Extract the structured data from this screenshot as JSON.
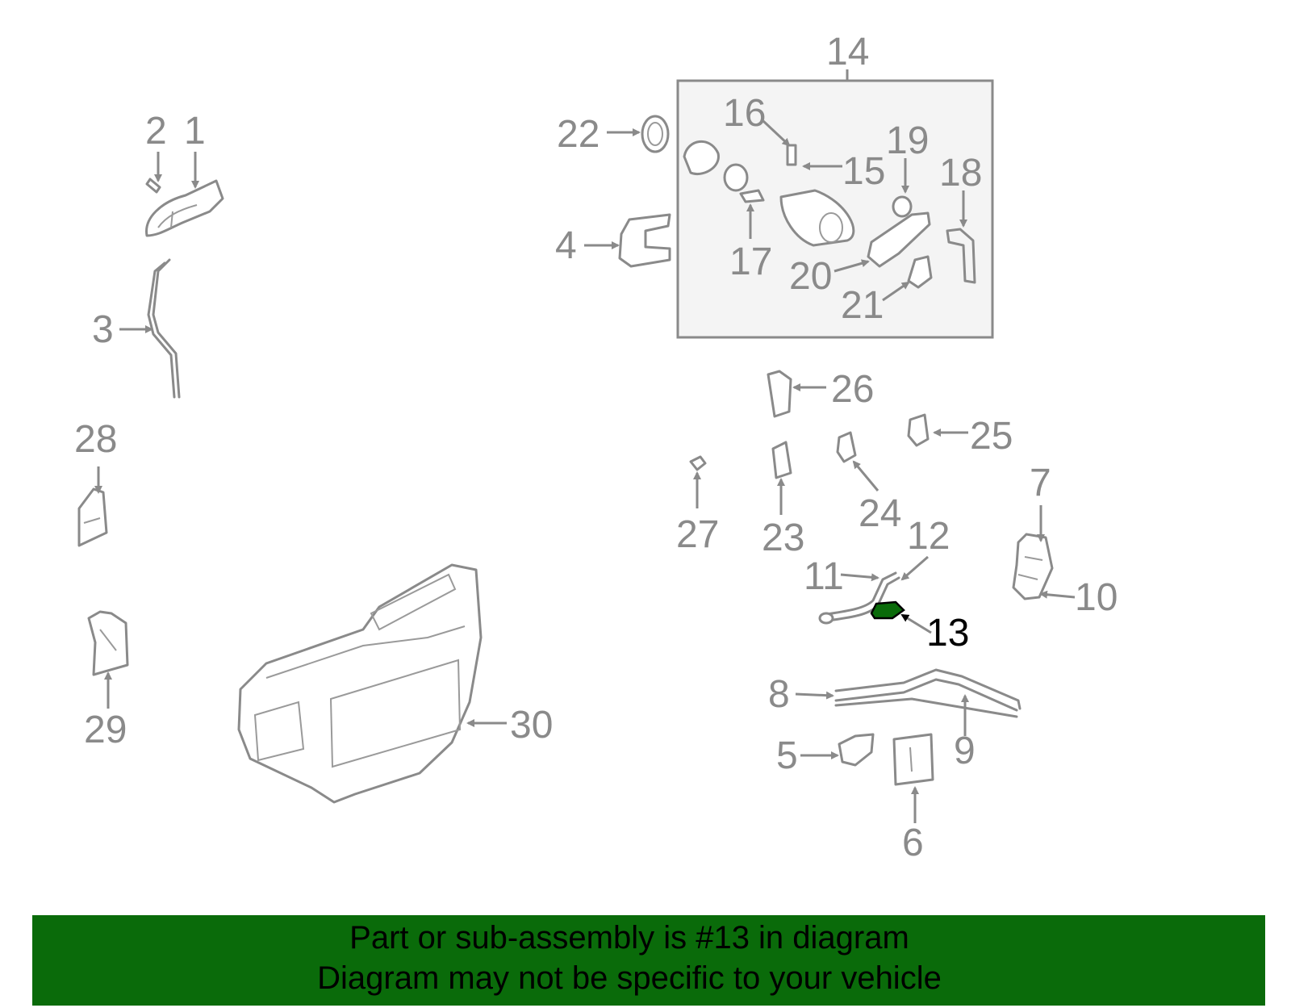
{
  "colors": {
    "part_gray": "#8a8a8a",
    "highlight_part": "#0a6b0a",
    "banner_bg": "#0a6b0a",
    "banner_text": "#000000"
  },
  "highlighted_part": "13",
  "callouts": {
    "c1": "1",
    "c2": "2",
    "c3": "3",
    "c4": "4",
    "c5": "5",
    "c6": "6",
    "c7": "7",
    "c8": "8",
    "c9": "9",
    "c10": "10",
    "c11": "11",
    "c12": "12",
    "c13": "13",
    "c14": "14",
    "c15": "15",
    "c16": "16",
    "c17": "17",
    "c18": "18",
    "c19": "19",
    "c20": "20",
    "c21": "21",
    "c22": "22",
    "c23": "23",
    "c24": "24",
    "c25": "25",
    "c26": "26",
    "c27": "27",
    "c28": "28",
    "c29": "29",
    "c30": "30"
  },
  "footer": {
    "line1": "Part or sub-assembly is #13 in diagram",
    "line2": "Diagram may not be specific to your vehicle"
  }
}
